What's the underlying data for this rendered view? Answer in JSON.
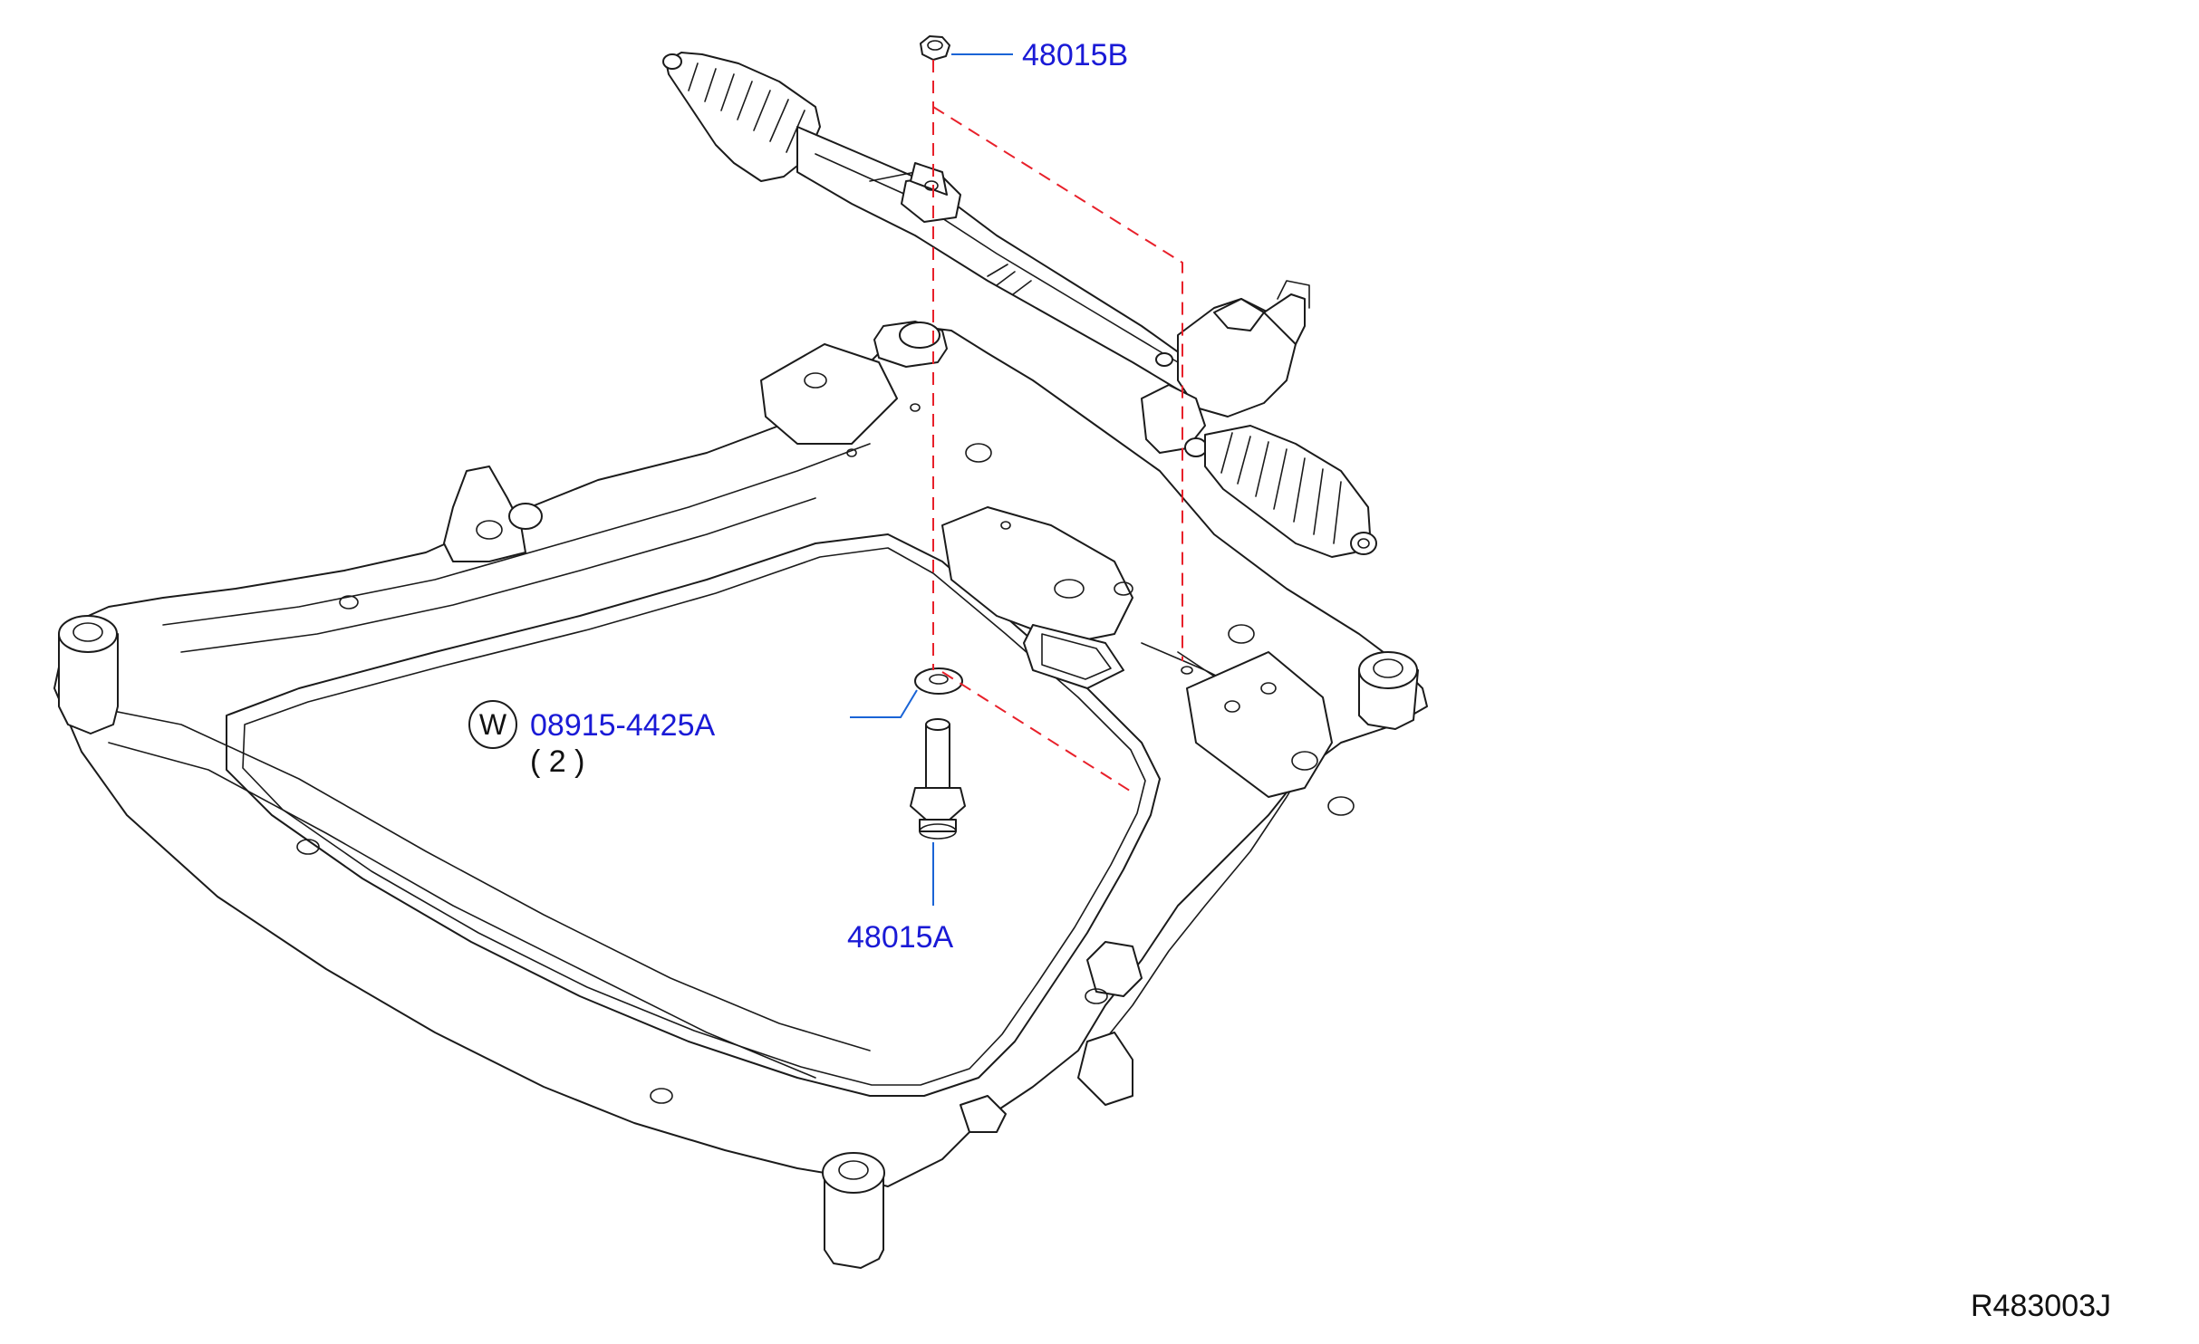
{
  "diagram": {
    "callouts": {
      "nut_part_number": "48015B",
      "bolt_part_number": "48015A",
      "washer_part_number": "08915-4425A",
      "washer_symbol": "W",
      "washer_quantity": "( 2 )"
    },
    "reference_code": "R483003J",
    "colors": {
      "callout_text": "#1a1ad6",
      "leader_line": "#1a64d6",
      "alignment_line": "#e8202a",
      "outline": "#1b1b1b"
    }
  }
}
